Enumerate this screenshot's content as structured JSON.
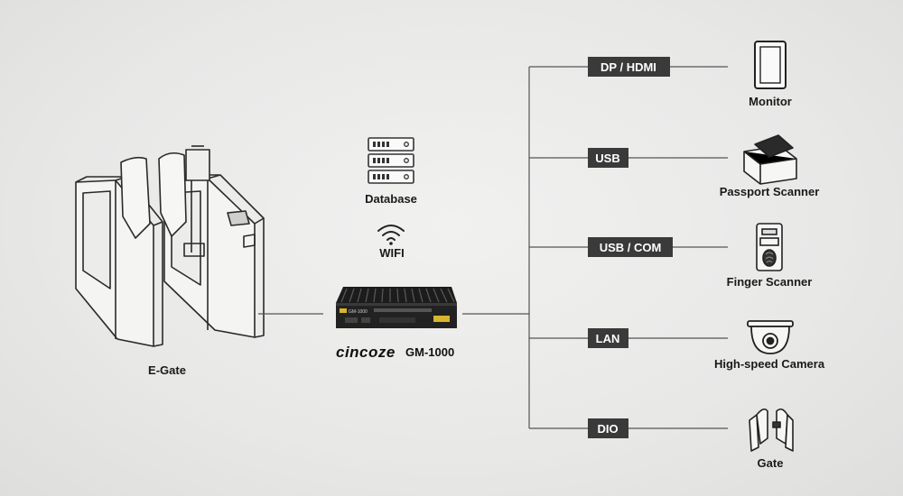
{
  "egate": {
    "label": "E-Gate"
  },
  "database": {
    "label": "Database",
    "icon": "server-rack-icon"
  },
  "wifi": {
    "label": "WIFI",
    "icon": "wifi-icon"
  },
  "device": {
    "brand": "cincoze",
    "model": "GM-1000",
    "screen_text": "GM-1000"
  },
  "ports": [
    {
      "label": "DP / HDMI"
    },
    {
      "label": "USB"
    },
    {
      "label": "USB / COM"
    },
    {
      "label": "LAN"
    },
    {
      "label": "DIO"
    }
  ],
  "peripherals": [
    {
      "label": "Monitor",
      "icon": "monitor-icon"
    },
    {
      "label": "Passport Scanner",
      "icon": "passport-scanner-icon"
    },
    {
      "label": "Finger Scanner",
      "icon": "finger-scanner-icon"
    },
    {
      "label": "High-speed Camera",
      "icon": "camera-icon"
    },
    {
      "label": "Gate",
      "icon": "gate-icon"
    }
  ],
  "colors": {
    "port_badge": "#3a3a3a",
    "line": "#555555",
    "background": "#ebebea"
  }
}
